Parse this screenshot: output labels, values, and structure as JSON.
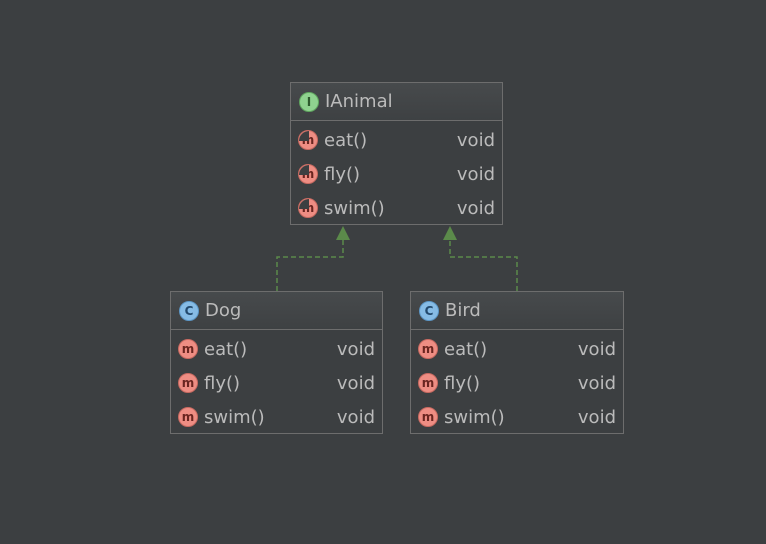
{
  "colors": {
    "background": "#3c3f41",
    "border": "#6d6d6d",
    "text": "#bbbbbb",
    "arrow": "#5b8a4a",
    "method_icon": "#ee8d83",
    "interface_icon": "#8fd28f",
    "class_icon": "#86bce6"
  },
  "nodes": {
    "ianimal": {
      "kind": "interface",
      "badge": "I",
      "name": "IAnimal",
      "methods": [
        {
          "icon": "m",
          "name": "eat()",
          "type": "void"
        },
        {
          "icon": "m",
          "name": "fly()",
          "type": "void"
        },
        {
          "icon": "m",
          "name": "swim()",
          "type": "void"
        }
      ]
    },
    "dog": {
      "kind": "class",
      "badge": "C",
      "name": "Dog",
      "methods": [
        {
          "icon": "m",
          "name": "eat()",
          "type": "void"
        },
        {
          "icon": "m",
          "name": "fly()",
          "type": "void"
        },
        {
          "icon": "m",
          "name": "swim()",
          "type": "void"
        }
      ]
    },
    "bird": {
      "kind": "class",
      "badge": "C",
      "name": "Bird",
      "methods": [
        {
          "icon": "m",
          "name": "eat()",
          "type": "void"
        },
        {
          "icon": "m",
          "name": "fly()",
          "type": "void"
        },
        {
          "icon": "m",
          "name": "swim()",
          "type": "void"
        }
      ]
    }
  },
  "edges": [
    {
      "from": "dog",
      "to": "ianimal",
      "kind": "implements"
    },
    {
      "from": "bird",
      "to": "ianimal",
      "kind": "implements"
    }
  ]
}
